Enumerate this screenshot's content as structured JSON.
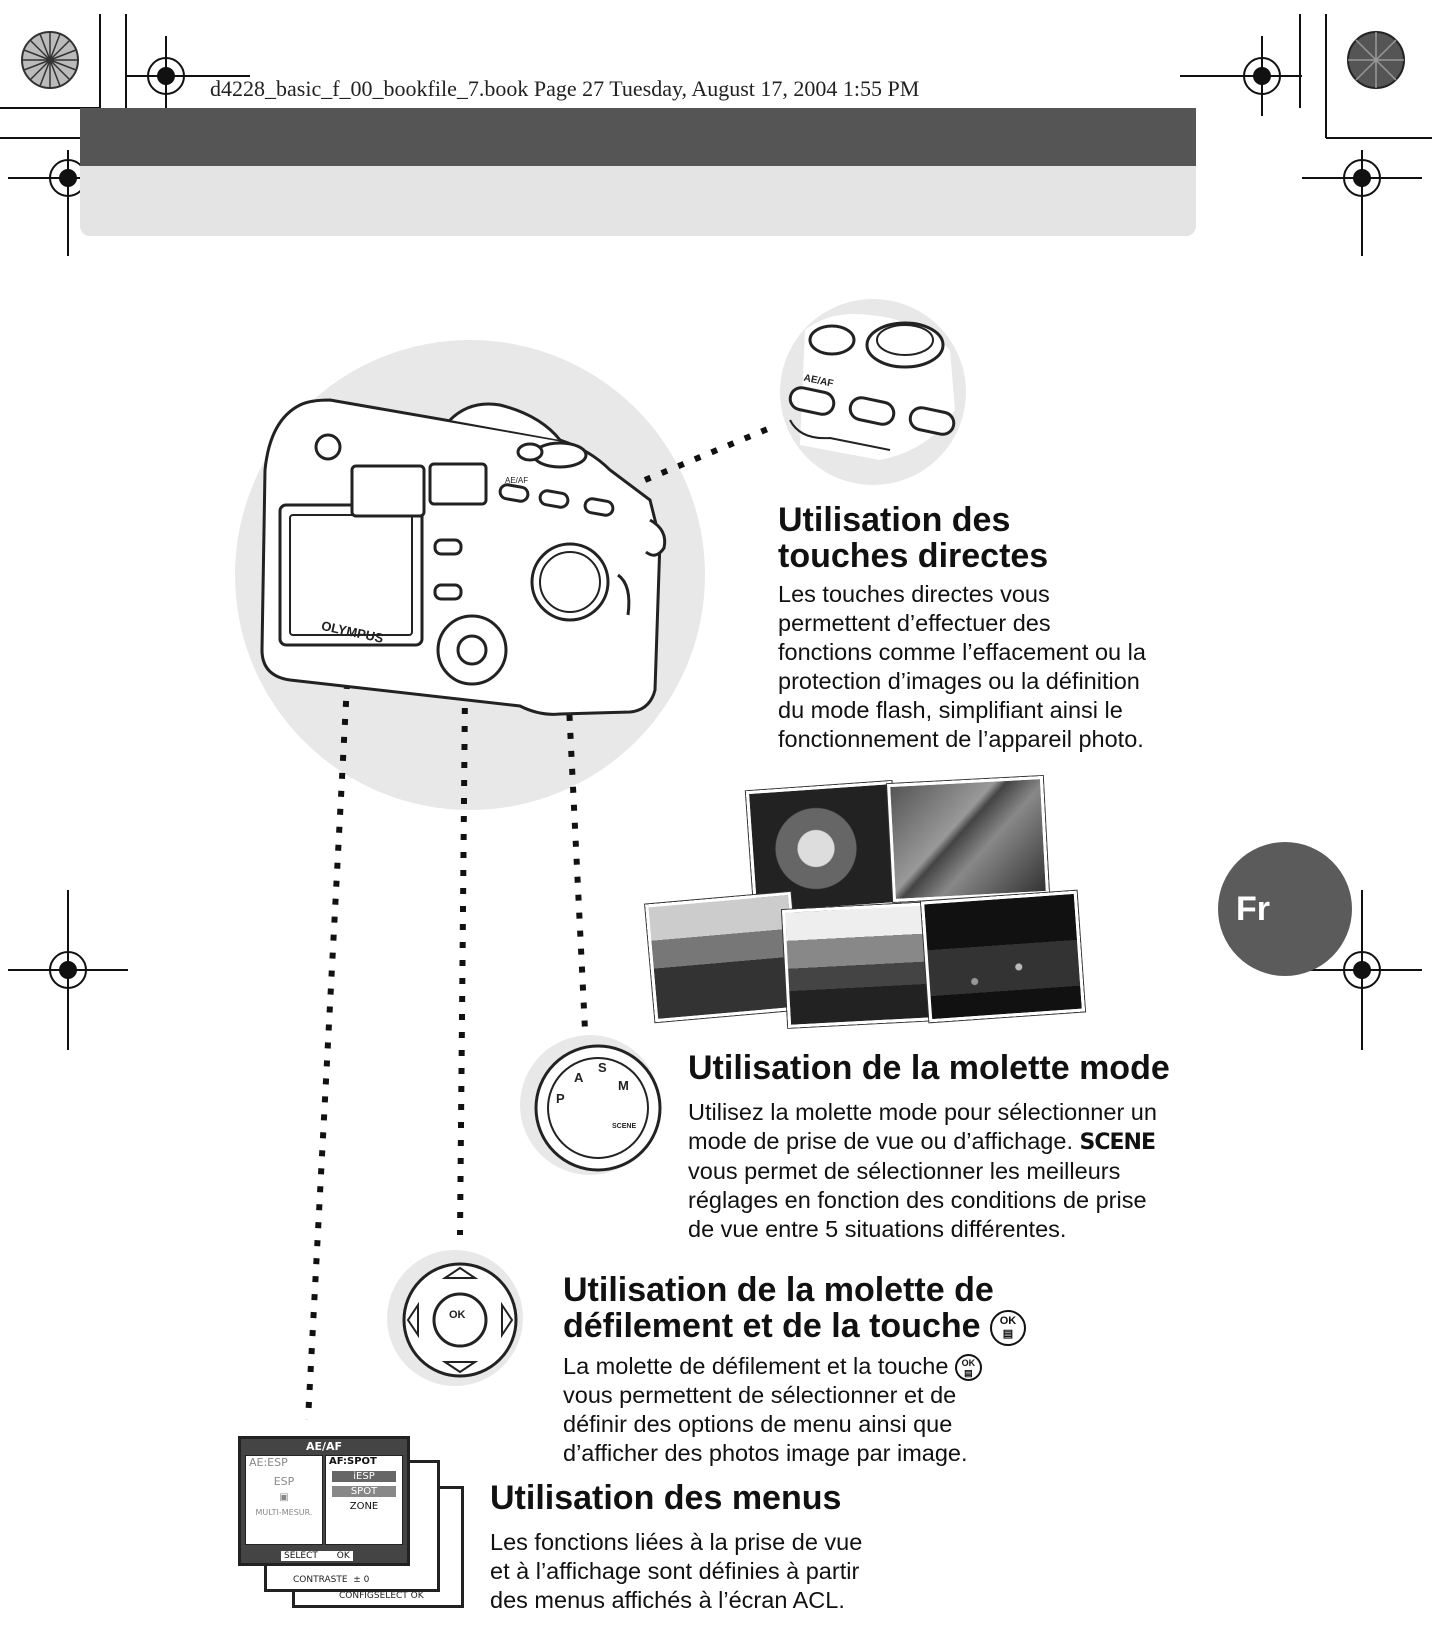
{
  "header": {
    "print_line": "d4228_basic_f_00_bookfile_7.book  Page 27  Tuesday, August 17, 2004  1:55 PM"
  },
  "side_tab": {
    "language": "Fr"
  },
  "sections": {
    "direct_buttons": {
      "title_line1": "Utilisation des",
      "title_line2": "touches directes",
      "body": [
        "Les touches directes vous",
        "permettent d’effectuer des",
        "fonctions comme l’effacement ou la",
        "protection d’images ou la définition",
        "du mode flash, simplifiant ainsi le",
        "fonctionnement de l’appareil photo."
      ]
    },
    "mode_dial": {
      "title": "Utilisation de la molette mode",
      "body_line1": "Utilisez la molette mode pour sélectionner un",
      "body_line2_a": "mode de prise de vue ou d’affichage.",
      "scene_word": "SCENE",
      "body_rest": [
        "vous permet de sélectionner les meilleurs",
        "réglages en fonction des conditions de prise",
        "de vue entre 5 situations différentes."
      ]
    },
    "arrow_pad": {
      "title_line1": "Utilisation de la molette de",
      "title_line2": "défilement et de la touche",
      "body_line1": "La molette de défilement et la touche",
      "body_rest": [
        "vous permettent de sélectionner et de",
        "définir des options de menu ainsi que",
        "d’afficher des photos image par image."
      ]
    },
    "menus": {
      "title": "Utilisation des menus",
      "body": [
        "Les fonctions liées à la prise de vue",
        "et à l’affichage sont définies à partir",
        "des menus affichés à l’écran ACL."
      ]
    }
  },
  "ok_icon": {
    "top": "OK",
    "bottom": "▤"
  },
  "illustrations": {
    "camera_brand": "OLYMPUS",
    "camera_buttons": [
      "AE/AF"
    ],
    "mode_dial_labels": [
      "P",
      "A",
      "S",
      "M",
      "SCENE"
    ],
    "pad_label": "OK",
    "lcd_menu": {
      "title": "AE/AF",
      "left_col": [
        "AE:ESP",
        "ESP",
        "▣",
        "MULTI-MESUR."
      ],
      "right_col": [
        "AF:SPOT",
        "iESP",
        "SPOT",
        "ZONE"
      ],
      "footer_select": "SELECT",
      "footer_ok": "OK",
      "back_row1": "CONTRASTE",
      "back_value1": "± 0",
      "back_row2": "CONFIG",
      "back_row2b": "SELECT",
      "back_ok": "OK"
    }
  },
  "colors": {
    "dark_band": "#555555",
    "light_band": "#e4e4e4",
    "badge": "#5b5b5b"
  }
}
